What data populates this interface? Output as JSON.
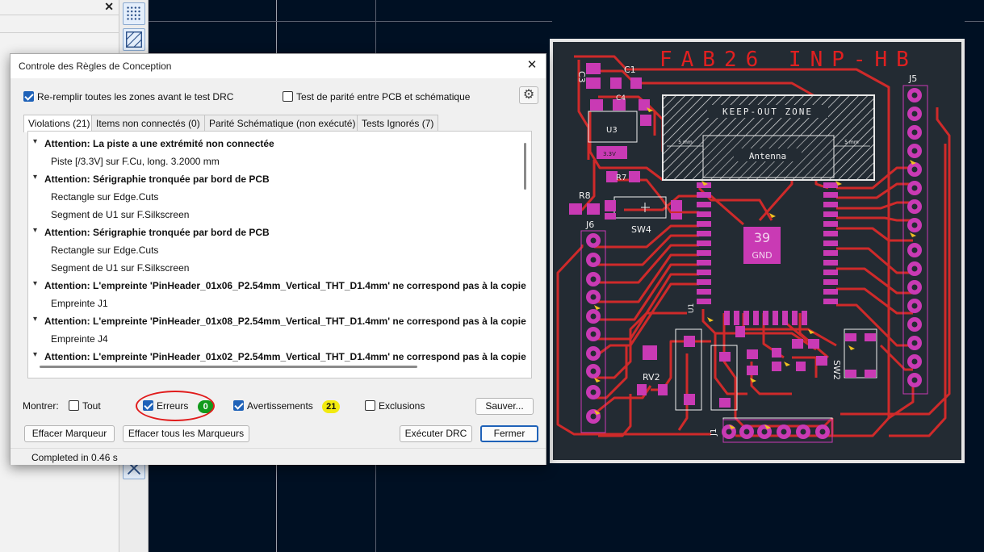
{
  "colors": {
    "canvas": "#001023",
    "board": "#232b33",
    "copper_track": "#cf2a2a",
    "pad": "#c93ab4",
    "silkscreen": "#f0f0f0",
    "keepout": "#e8e8e8",
    "board_title": "#e02020",
    "error_badge": "#119a1b",
    "warning_badge": "#f2ea10",
    "annotation_circle": "#e01b1b",
    "checkbox_accent": "#1f62b8"
  },
  "dialog": {
    "title": "Controle des Règles de Conception",
    "close_icon": "close-icon",
    "refill_zones": {
      "label": "Re-remplir toutes les zones avant le test DRC",
      "checked": true
    },
    "parity_test": {
      "label": "Test de parité entre PCB et schématique",
      "checked": false
    },
    "settings_icon": "gear-icon",
    "tabs": [
      {
        "label": "Violations (21)",
        "active": true
      },
      {
        "label": "Items non connectés (0)",
        "active": false
      },
      {
        "label": "Parité Schématique (non exécuté)",
        "active": false
      },
      {
        "label": "Tests Ignorés (7)",
        "active": false
      }
    ],
    "violations": [
      {
        "type": "parent",
        "text": "Attention: La piste a une extrémité non connectée"
      },
      {
        "type": "child",
        "text": "Piste [/3.3V] sur F.Cu, long. 3.2000 mm"
      },
      {
        "type": "parent",
        "text": "Attention: Sérigraphie tronquée par bord de PCB"
      },
      {
        "type": "child",
        "text": "Rectangle sur Edge.Cuts"
      },
      {
        "type": "child",
        "text": "Segment de U1 sur F.Silkscreen"
      },
      {
        "type": "parent",
        "text": "Attention: Sérigraphie tronquée par bord de PCB"
      },
      {
        "type": "child",
        "text": "Rectangle sur Edge.Cuts"
      },
      {
        "type": "child",
        "text": "Segment de U1 sur F.Silkscreen"
      },
      {
        "type": "parent",
        "text": "Attention: L'empreinte 'PinHeader_01x06_P2.54mm_Vertical_THT_D1.4mm' ne correspond pas à la copie c"
      },
      {
        "type": "child",
        "text": "Empreinte J1"
      },
      {
        "type": "parent",
        "text": "Attention: L'empreinte 'PinHeader_01x08_P2.54mm_Vertical_THT_D1.4mm' ne correspond pas à la copie c"
      },
      {
        "type": "child",
        "text": "Empreinte J4"
      },
      {
        "type": "parent",
        "text": "Attention: L'empreinte 'PinHeader_01x02_P2.54mm_Vertical_THT_D1.4mm' ne correspond pas à la copie c"
      }
    ],
    "show_label": "Montrer:",
    "filters": {
      "all": {
        "label": "Tout",
        "checked": false
      },
      "errors": {
        "label": "Erreurs",
        "checked": true,
        "count": "0"
      },
      "warnings": {
        "label": "Avertissements",
        "checked": true,
        "count": "21"
      },
      "exclusions": {
        "label": "Exclusions",
        "checked": false
      }
    },
    "buttons": {
      "save": "Sauver...",
      "clear_marker": "Effacer Marqueur",
      "clear_all_markers": "Effacer tous les Marqueurs",
      "run_drc": "Exécuter DRC",
      "close": "Fermer"
    },
    "status": "Completed in 0.46 s"
  },
  "pcb": {
    "title": "FAB26 INP-HB",
    "keepout_label": "KEEP-OUT ZONE",
    "antenna_label": "Antenna",
    "dim_left": "5 mm",
    "dim_right": "5 mm",
    "gnd_pad_number": "39",
    "gnd_pad_label": "GND",
    "refs": {
      "c1": "C1",
      "c3": "C3",
      "c4": "C4",
      "u3": "U3",
      "r7": "R7",
      "r8": "R8",
      "j5": "J5",
      "j6": "J6",
      "sw4": "SW4",
      "rv2": "RV2",
      "sw2": "SW2",
      "j1": "J1",
      "u1": "U1",
      "v33": "3.3V"
    }
  }
}
